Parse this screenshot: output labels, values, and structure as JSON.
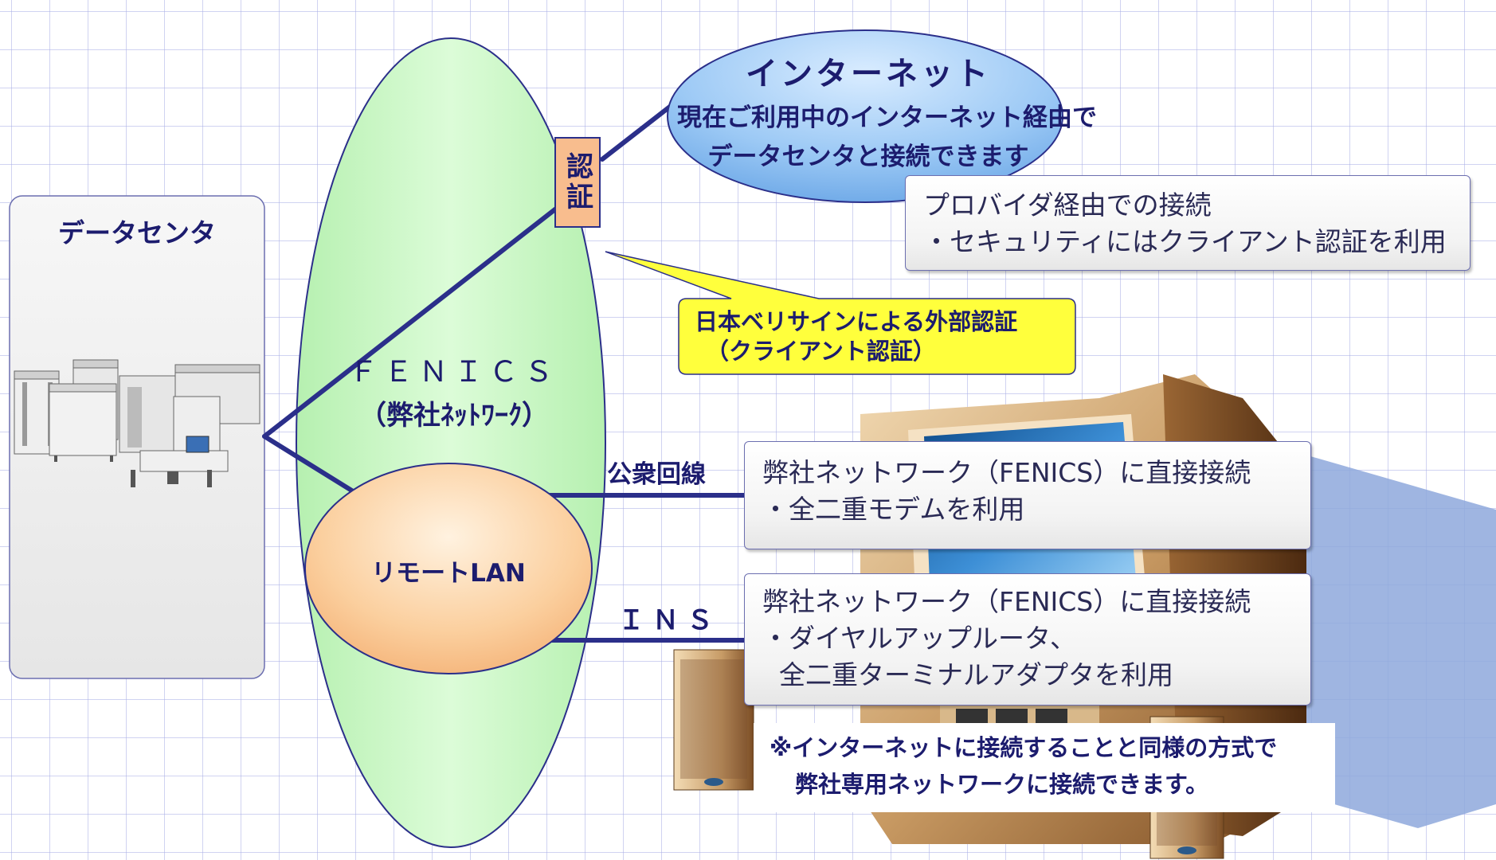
{
  "datacenter": {
    "label": "データセンタ"
  },
  "auth": {
    "label": "認証"
  },
  "fenics": {
    "title": "ＦＥＮＩＣＳ",
    "subtitle": "（弊社ﾈｯﾄﾜｰｸ）"
  },
  "remote_lan": {
    "label": "リモートLAN"
  },
  "internet": {
    "title": "インターネット",
    "lines": [
      "現在ご利用中のインターネット経由で",
      "データセンタと接続できます"
    ]
  },
  "provider_box": {
    "lines": [
      "プロバイダ経由での接続",
      "・セキュリティにはクライアント認証を利用"
    ]
  },
  "callout": {
    "lines": [
      "日本ベリサインによる外部認証",
      "（クライアント認証）"
    ]
  },
  "public_line": {
    "label": "公衆回線"
  },
  "ins_line": {
    "label": "ＩＮＳ"
  },
  "modem_box": {
    "lines": [
      "弊社ネットワーク（FENICS）に直接接続",
      "・全二重モデムを利用"
    ]
  },
  "ins_box": {
    "lines": [
      "弊社ネットワーク（FENICS）に直接接続",
      "・ダイヤルアップルータ、",
      "  全二重ターミナルアダプタを利用"
    ]
  },
  "note": {
    "lines": [
      "※インターネットに接続することと同様の方式で",
      "弊社専用ネットワークに接続できます。"
    ]
  },
  "colors": {
    "navy": "#2b2f8a",
    "fenics_fill": "#ccf7c8",
    "internet_fill": "#8fc0f2",
    "lan_fill": "#f8c896",
    "callout_fill": "#ffff3c",
    "auth_fill": "#f8bd8e"
  }
}
